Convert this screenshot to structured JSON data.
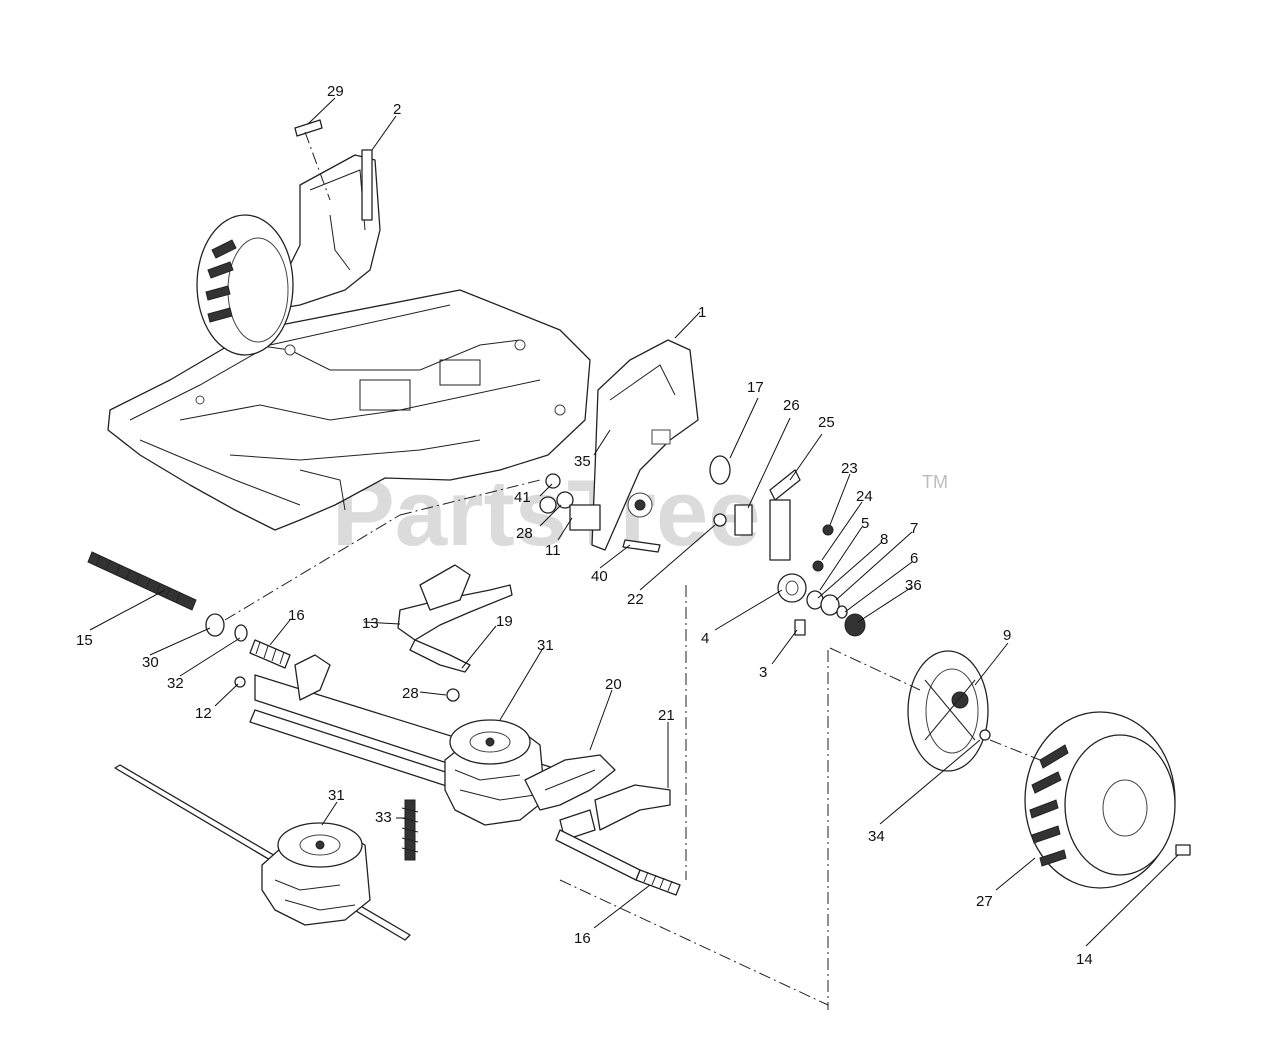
{
  "watermark": {
    "text": "PartsTree",
    "trademark": "TM"
  },
  "callouts": [
    {
      "id": "c29",
      "label": "29"
    },
    {
      "id": "c2",
      "label": "2"
    },
    {
      "id": "c1",
      "label": "1"
    },
    {
      "id": "c17",
      "label": "17"
    },
    {
      "id": "c26",
      "label": "26"
    },
    {
      "id": "c25",
      "label": "25"
    },
    {
      "id": "c23",
      "label": "23"
    },
    {
      "id": "c24",
      "label": "24"
    },
    {
      "id": "c5",
      "label": "5"
    },
    {
      "id": "c7",
      "label": "7"
    },
    {
      "id": "c8",
      "label": "8"
    },
    {
      "id": "c6",
      "label": "6"
    },
    {
      "id": "c36",
      "label": "36"
    },
    {
      "id": "c35",
      "label": "35"
    },
    {
      "id": "c41",
      "label": "41"
    },
    {
      "id": "c28a",
      "label": "28"
    },
    {
      "id": "c11",
      "label": "11"
    },
    {
      "id": "c40",
      "label": "40"
    },
    {
      "id": "c22",
      "label": "22"
    },
    {
      "id": "c4",
      "label": "4"
    },
    {
      "id": "c3",
      "label": "3"
    },
    {
      "id": "c15",
      "label": "15"
    },
    {
      "id": "c30",
      "label": "30"
    },
    {
      "id": "c16a",
      "label": "16"
    },
    {
      "id": "c13",
      "label": "13"
    },
    {
      "id": "c19",
      "label": "19"
    },
    {
      "id": "c32",
      "label": "32"
    },
    {
      "id": "c12",
      "label": "12"
    },
    {
      "id": "c28b",
      "label": "28"
    },
    {
      "id": "c31a",
      "label": "31"
    },
    {
      "id": "c20",
      "label": "20"
    },
    {
      "id": "c21",
      "label": "21"
    },
    {
      "id": "c9",
      "label": "9"
    },
    {
      "id": "c34",
      "label": "34"
    },
    {
      "id": "c31b",
      "label": "31"
    },
    {
      "id": "c33",
      "label": "33"
    },
    {
      "id": "c16b",
      "label": "16"
    },
    {
      "id": "c27",
      "label": "27"
    },
    {
      "id": "c14",
      "label": "14"
    }
  ]
}
